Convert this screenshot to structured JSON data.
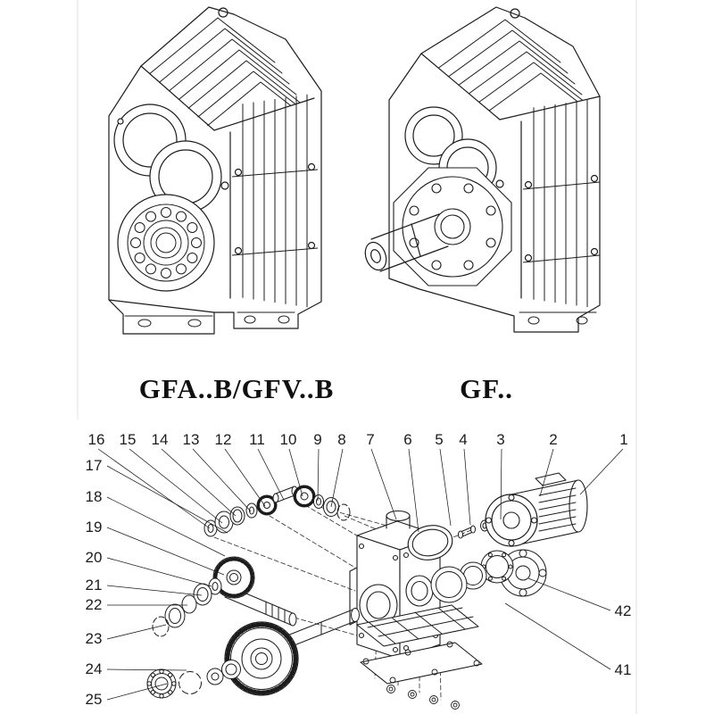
{
  "page": {
    "background": "#ffffff",
    "line_color": "#1c1c1c"
  },
  "models": {
    "left_label": "GFA..B/GFV..B",
    "right_label": "GF.."
  },
  "exploded_view": {
    "top_row_callouts": [
      "16",
      "15",
      "14",
      "13",
      "12",
      "11",
      "10",
      "9",
      "8",
      "7",
      "6",
      "5",
      "4",
      "3",
      "2",
      "1"
    ],
    "left_column_callouts": [
      "17",
      "18",
      "19",
      "20",
      "21",
      "22",
      "23",
      "24",
      "25"
    ],
    "right_column_callouts": [
      "42",
      "41"
    ]
  }
}
